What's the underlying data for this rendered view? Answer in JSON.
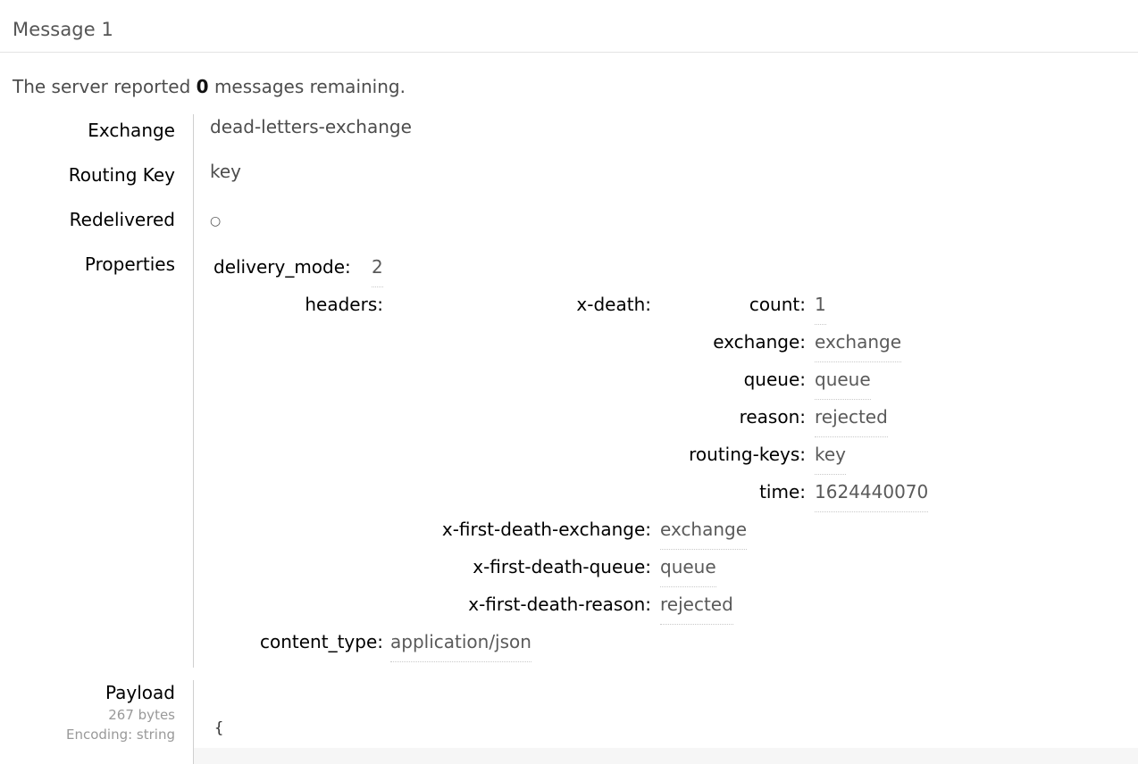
{
  "header": {
    "title": "Message 1"
  },
  "status": {
    "prefix": "The server reported ",
    "count": "0",
    "suffix": " messages remaining."
  },
  "fields": {
    "exchange": {
      "label": "Exchange",
      "value": "dead-letters-exchange"
    },
    "routing_key": {
      "label": "Routing Key",
      "value": "key"
    },
    "redelivered": {
      "label": "Redelivered",
      "value": "○"
    },
    "properties": {
      "label": "Properties"
    },
    "payload": {
      "label": "Payload",
      "size": "267 bytes",
      "encoding": "Encoding: string",
      "body": "{"
    }
  },
  "properties": {
    "delivery_mode": {
      "key": "delivery_mode:",
      "value": "2"
    },
    "headers": {
      "key": "headers:"
    },
    "x_death": {
      "key": "x-death:"
    },
    "x_death_entries": [
      {
        "key": "count:",
        "value": "1"
      },
      {
        "key": "exchange:",
        "value": "exchange"
      },
      {
        "key": "queue:",
        "value": "queue"
      },
      {
        "key": "reason:",
        "value": "rejected"
      },
      {
        "key": "routing-keys:",
        "value": "key"
      },
      {
        "key": "time:",
        "value": "1624440070"
      }
    ],
    "header_entries": [
      {
        "key": "x-first-death-exchange:",
        "value": "exchange"
      },
      {
        "key": "x-first-death-queue:",
        "value": "queue"
      },
      {
        "key": "x-first-death-reason:",
        "value": "rejected"
      }
    ],
    "content_type": {
      "key": "content_type:",
      "value": "application/json"
    }
  },
  "colors": {
    "text": "#333333",
    "key": "#000000",
    "value": "#5a5a5a",
    "divider": "#cfcfcf",
    "payload_bg": "#f6f6f6"
  }
}
